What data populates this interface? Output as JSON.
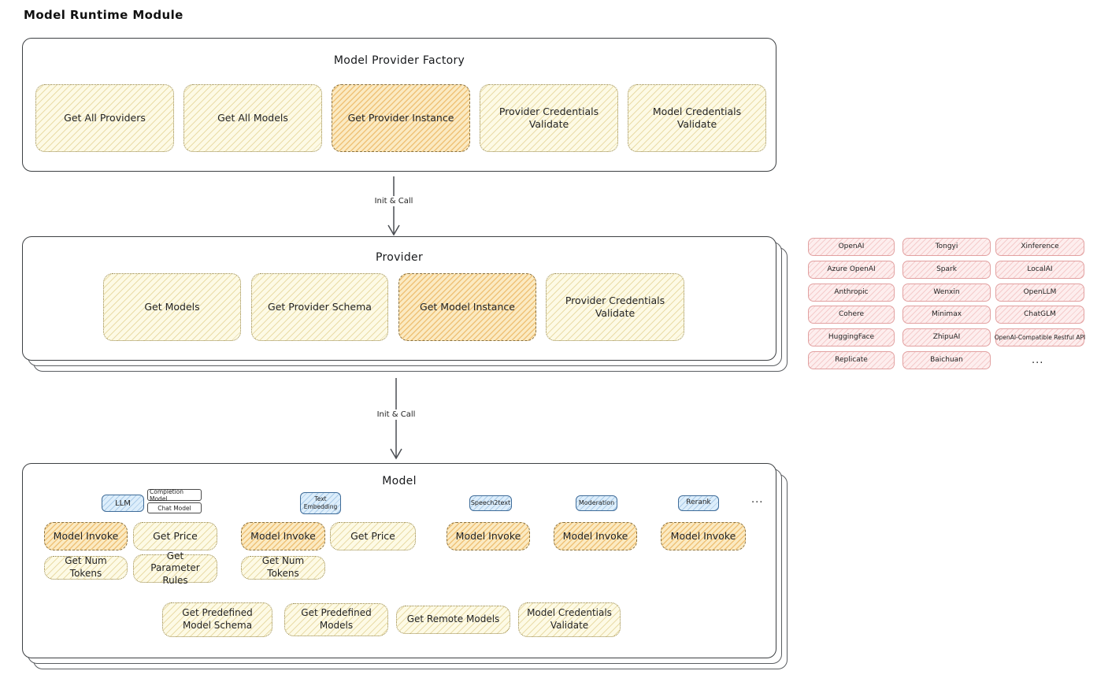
{
  "page": {
    "title": "Model Runtime Module"
  },
  "arrows": {
    "init_call": "Init & Call"
  },
  "factory": {
    "title": "Model Provider Factory",
    "items": [
      "Get All Providers",
      "Get All Models",
      "Get Provider Instance",
      "Provider Credentials Validate",
      "Model Credentials Validate"
    ]
  },
  "provider": {
    "title": "Provider",
    "items": [
      "Get Models",
      "Get Provider Schema",
      "Get Model Instance",
      "Provider Credentials Validate"
    ]
  },
  "provider_grid": {
    "col1": [
      "OpenAI",
      "Azure OpenAI",
      "Anthropic",
      "Cohere",
      "HuggingFace",
      "Replicate"
    ],
    "col2": [
      "Tongyi",
      "Spark",
      "Wenxin",
      "Minimax",
      "ZhipuAI",
      "Baichuan"
    ],
    "col3": [
      "Xinference",
      "LocalAI",
      "OpenLLM",
      "ChatGLM",
      "OpenAI-Compatible Restful API"
    ],
    "more": "..."
  },
  "model": {
    "title": "Model",
    "types": [
      "LLM",
      "Completion Model",
      "Chat Model",
      "Text Embedding",
      "Speech2text",
      "Moderation",
      "Rerank"
    ],
    "more": "...",
    "ops": {
      "model_invoke": "Model Invoke",
      "get_price": "Get Price",
      "get_num_tokens": "Get Num Tokens",
      "get_parameter_rules": "Get Parameter Rules",
      "get_predefined_model_schema": "Get Predefined Model Schema",
      "get_predefined_models": "Get Predefined Models",
      "get_remote_models": "Get Remote Models",
      "model_credentials_validate": "Model Credentials Validate"
    }
  }
}
